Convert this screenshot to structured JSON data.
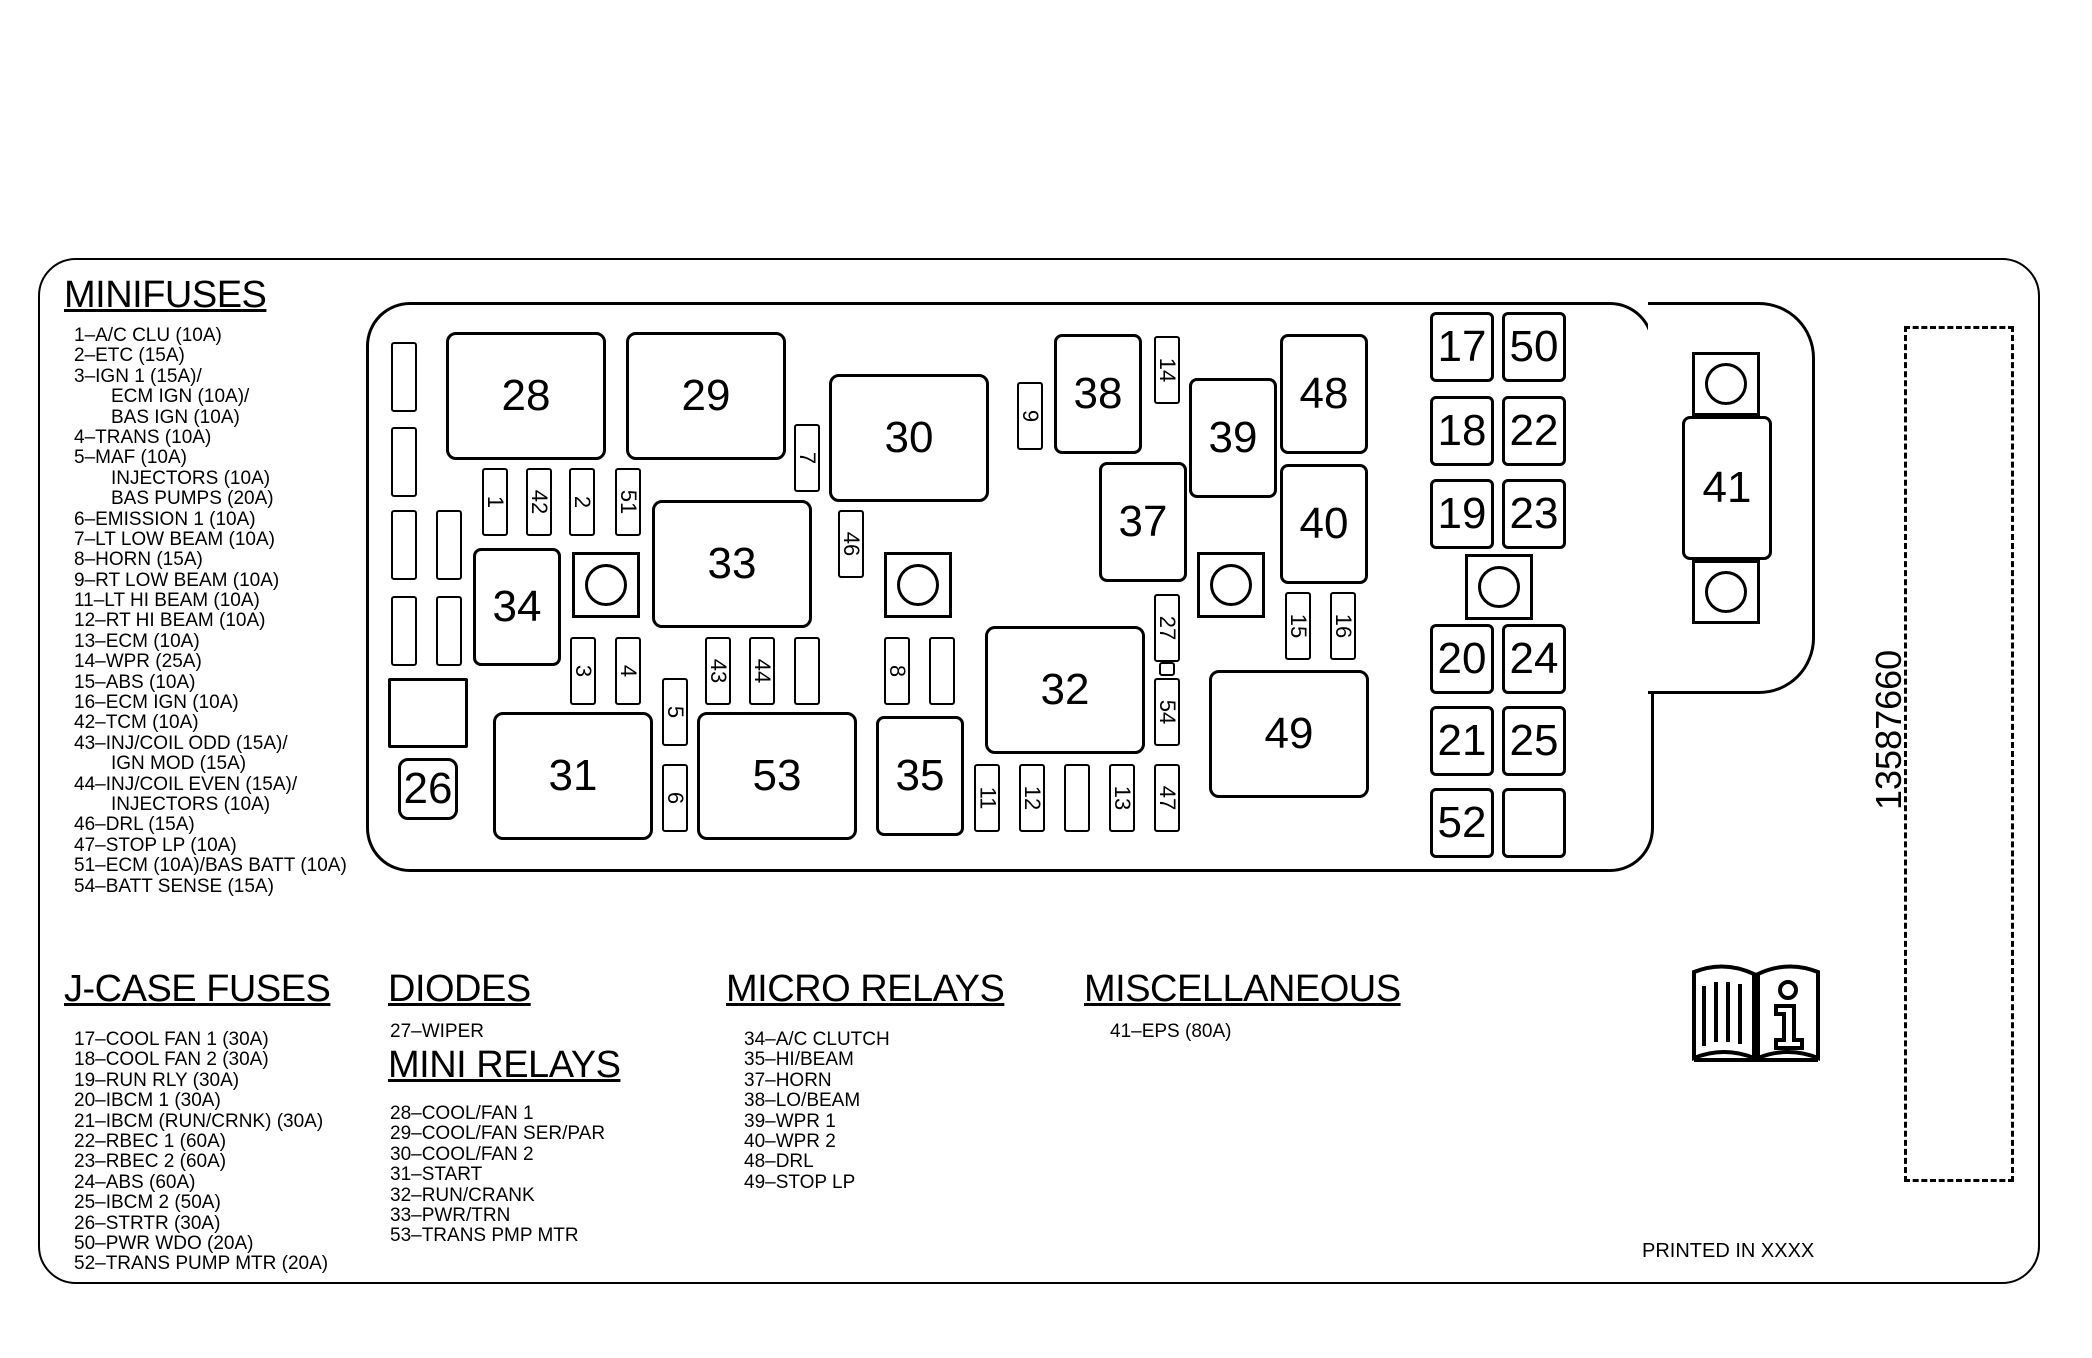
{
  "headings": {
    "minifuses": "MINIFUSES",
    "jcase": "J-CASE FUSES",
    "diodes": "DIODES",
    "mini_relays": "MINI RELAYS",
    "micro_relays": "MICRO RELAYS",
    "misc": "MISCELLANEOUS"
  },
  "minifuses": [
    "1–A/C CLU (10A)",
    "2–ETC (15A)",
    "3–IGN 1 (15A)/",
    "ECM IGN (10A)/",
    "BAS IGN (10A)",
    "4–TRANS (10A)",
    "5–MAF (10A)",
    "INJECTORS (10A)",
    "BAS PUMPS (20A)",
    "6–EMISSION 1 (10A)",
    "7–LT LOW BEAM (10A)",
    "8–HORN (15A)",
    "9–RT LOW BEAM (10A)",
    "11–LT HI BEAM (10A)",
    "12–RT HI BEAM (10A)",
    "13–ECM (10A)",
    "14–WPR (25A)",
    "15–ABS (10A)",
    "16–ECM IGN (10A)",
    "42–TCM (10A)",
    "43–INJ/COIL ODD (15A)/",
    "IGN MOD (15A)",
    "44–INJ/COIL EVEN (15A)/",
    "INJECTORS (10A)",
    "46–DRL (15A)",
    "47–STOP LP (10A)",
    "51–ECM (10A)/BAS BATT (10A)",
    "54–BATT SENSE (15A)"
  ],
  "jcase": [
    "17–COOL FAN 1 (30A)",
    "18–COOL FAN 2 (30A)",
    "19–RUN RLY (30A)",
    "20–IBCM 1 (30A)",
    "21–IBCM (RUN/CRNK) (30A)",
    "22–RBEC 1 (60A)",
    "23–RBEC 2 (60A)",
    "24–ABS (60A)",
    "25–IBCM 2 (50A)",
    "26–STRTR (30A)",
    "50–PWR WDO (20A)",
    "52–TRANS PUMP MTR (20A)"
  ],
  "diodes": [
    "27–WIPER"
  ],
  "mini_relays": [
    "28–COOL/FAN 1",
    "29–COOL/FAN SER/PAR",
    "30–COOL/FAN 2",
    "31–START",
    "32–RUN/CRANK",
    "33–PWR/TRN",
    "53–TRANS PMP MTR"
  ],
  "micro_relays": [
    "34–A/C CLUTCH",
    "35–HI/BEAM",
    "37–HORN",
    "38–LO/BEAM",
    "39–WPR 1",
    "40–WPR 2",
    "48–DRL",
    "49–STOP LP"
  ],
  "misc": [
    "41–EPS (80A)"
  ],
  "part_number": "13587660",
  "printed": "PRINTED IN XXXX",
  "slots": {
    "s28": "28",
    "s29": "29",
    "s30": "30",
    "s31": "31",
    "s32": "32",
    "s33": "33",
    "s34": "34",
    "s35": "35",
    "s37": "37",
    "s38": "38",
    "s39": "39",
    "s40": "40",
    "s41": "41",
    "s48": "48",
    "s49": "49",
    "s53": "53",
    "s26": "26",
    "s17": "17",
    "s50": "50",
    "s18": "18",
    "s22": "22",
    "s19": "19",
    "s23": "23",
    "s20": "20",
    "s24": "24",
    "s21": "21",
    "s25": "25",
    "s52": "52"
  },
  "minis": {
    "m1": "1",
    "m42": "42",
    "m2": "2",
    "m51": "51",
    "m7": "7",
    "m46": "46",
    "m9": "9",
    "m14": "14",
    "m3": "3",
    "m4": "4",
    "m43": "43",
    "m44": "44",
    "m5": "5",
    "m6": "6",
    "m8": "8",
    "m27": "27",
    "m54": "54",
    "m15": "15",
    "m16": "16",
    "m11": "11",
    "m12": "12",
    "m13": "13",
    "m47": "47"
  },
  "icons": {
    "manual": "owner-manual-info-icon"
  }
}
